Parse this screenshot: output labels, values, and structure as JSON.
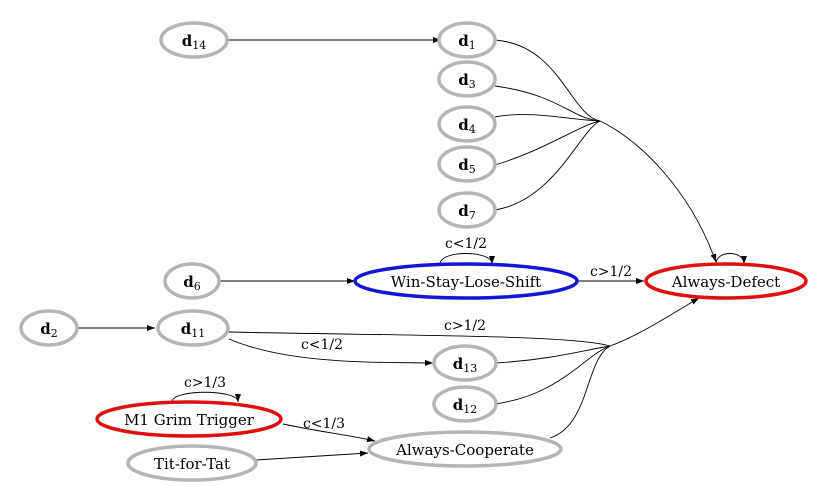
{
  "colors": {
    "default_stroke": "#b5b5b5",
    "highlight_blue": "#1515d8",
    "highlight_red": "#e01010",
    "edge": "#000000"
  },
  "nodes": {
    "d14": {
      "base": "d",
      "sub": "14"
    },
    "d1": {
      "base": "d",
      "sub": "1"
    },
    "d3": {
      "base": "d",
      "sub": "3"
    },
    "d4": {
      "base": "d",
      "sub": "4"
    },
    "d5": {
      "base": "d",
      "sub": "5"
    },
    "d7": {
      "base": "d",
      "sub": "7"
    },
    "d6": {
      "base": "d",
      "sub": "6"
    },
    "d2": {
      "base": "d",
      "sub": "2"
    },
    "d11": {
      "base": "d",
      "sub": "11"
    },
    "d13": {
      "base": "d",
      "sub": "13"
    },
    "d12": {
      "base": "d",
      "sub": "12"
    },
    "wsls": {
      "label": "Win-Stay-Lose-Shift",
      "color": "blue"
    },
    "always_defect": {
      "label": "Always-Defect",
      "color": "red"
    },
    "m1_grim_trigger": {
      "label": "M1 Grim Trigger",
      "color": "red"
    },
    "always_cooperate": {
      "label": "Always-Cooperate"
    },
    "tit_for_tat": {
      "label": "Tit-for-Tat"
    }
  },
  "edge_labels": {
    "wsls_self": "c<1/2",
    "wsls_to_ad": "c>1/2",
    "d11_to_ad": "c>1/2",
    "d11_to_d13": "c<1/2",
    "m1_self": "c>1/3",
    "m1_to_ac": "c<1/3"
  }
}
